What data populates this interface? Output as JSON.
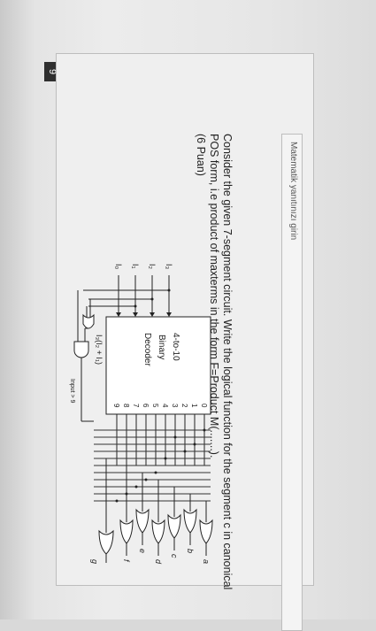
{
  "question": {
    "number": "9",
    "line1": "Consider the given 7-segment circuit. Write the logical function for the segment c in canonical",
    "line2": "POS form, i.e product of maxterms in the form F=Product M(.......).",
    "points": "(6 Puan)"
  },
  "answer": {
    "placeholder": "Matematik yanıtınızı girin"
  },
  "circuit": {
    "decoder_lines": [
      "4-to-10",
      "Binary",
      "Decoder"
    ],
    "inputs": [
      "I₃",
      "I₂",
      "I₁",
      "I₀"
    ],
    "outputs": [
      "0",
      "1",
      "2",
      "3",
      "4",
      "5",
      "6",
      "7",
      "8",
      "9"
    ],
    "segments": [
      "a",
      "b",
      "c",
      "d",
      "e",
      "f",
      "g"
    ],
    "expr_label": "I₃(I₂ + I₁)",
    "input_label": "Input > 9"
  }
}
